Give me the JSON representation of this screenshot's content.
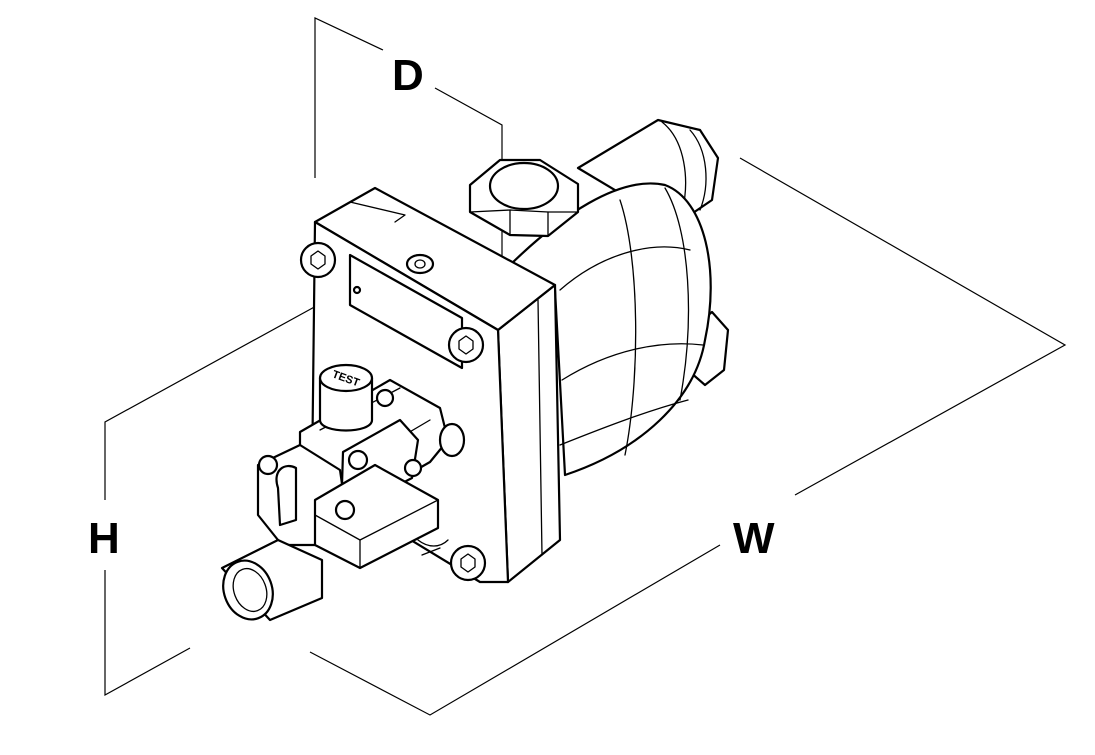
{
  "dimensions": {
    "depth_label": "D",
    "height_label": "H",
    "width_label": "W"
  },
  "device": {
    "test_button_label": "TEST"
  },
  "colors": {
    "line": "#000000",
    "background": "#ffffff"
  }
}
